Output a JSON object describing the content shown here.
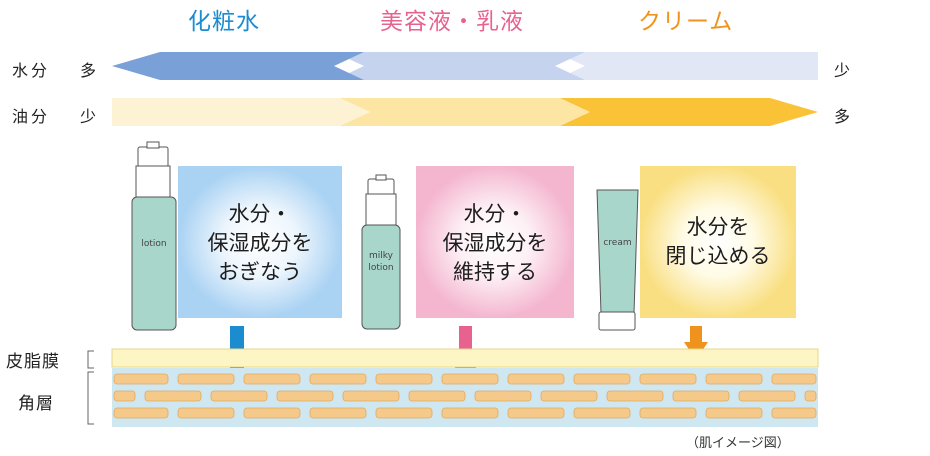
{
  "headers": {
    "lotion": "化粧水",
    "serum_milk": "美容液・乳液",
    "cream": "クリーム"
  },
  "colors": {
    "lotion": "#1b8ccf",
    "serum_milk": "#e8628f",
    "cream": "#f0931e"
  },
  "moisture_row": {
    "label": "水分",
    "left_word": "多",
    "right_word": "少"
  },
  "oil_row": {
    "label": "油分",
    "left_word": "少",
    "right_word": "多"
  },
  "products": {
    "lotion": {
      "label": "lotion",
      "bubble": [
        "水分・",
        "保湿成分を",
        "おぎなう"
      ]
    },
    "milky": {
      "label_lines": [
        "milky",
        "lotion"
      ],
      "bubble": [
        "水分・",
        "保湿成分を",
        "維持する"
      ]
    },
    "cream": {
      "label": "cream",
      "bubble": [
        "水分を",
        "閉じ込める"
      ]
    }
  },
  "skin": {
    "sebum_label": "皮脂膜",
    "stratum_label": "角層",
    "caption": "（肌イメージ図）"
  }
}
